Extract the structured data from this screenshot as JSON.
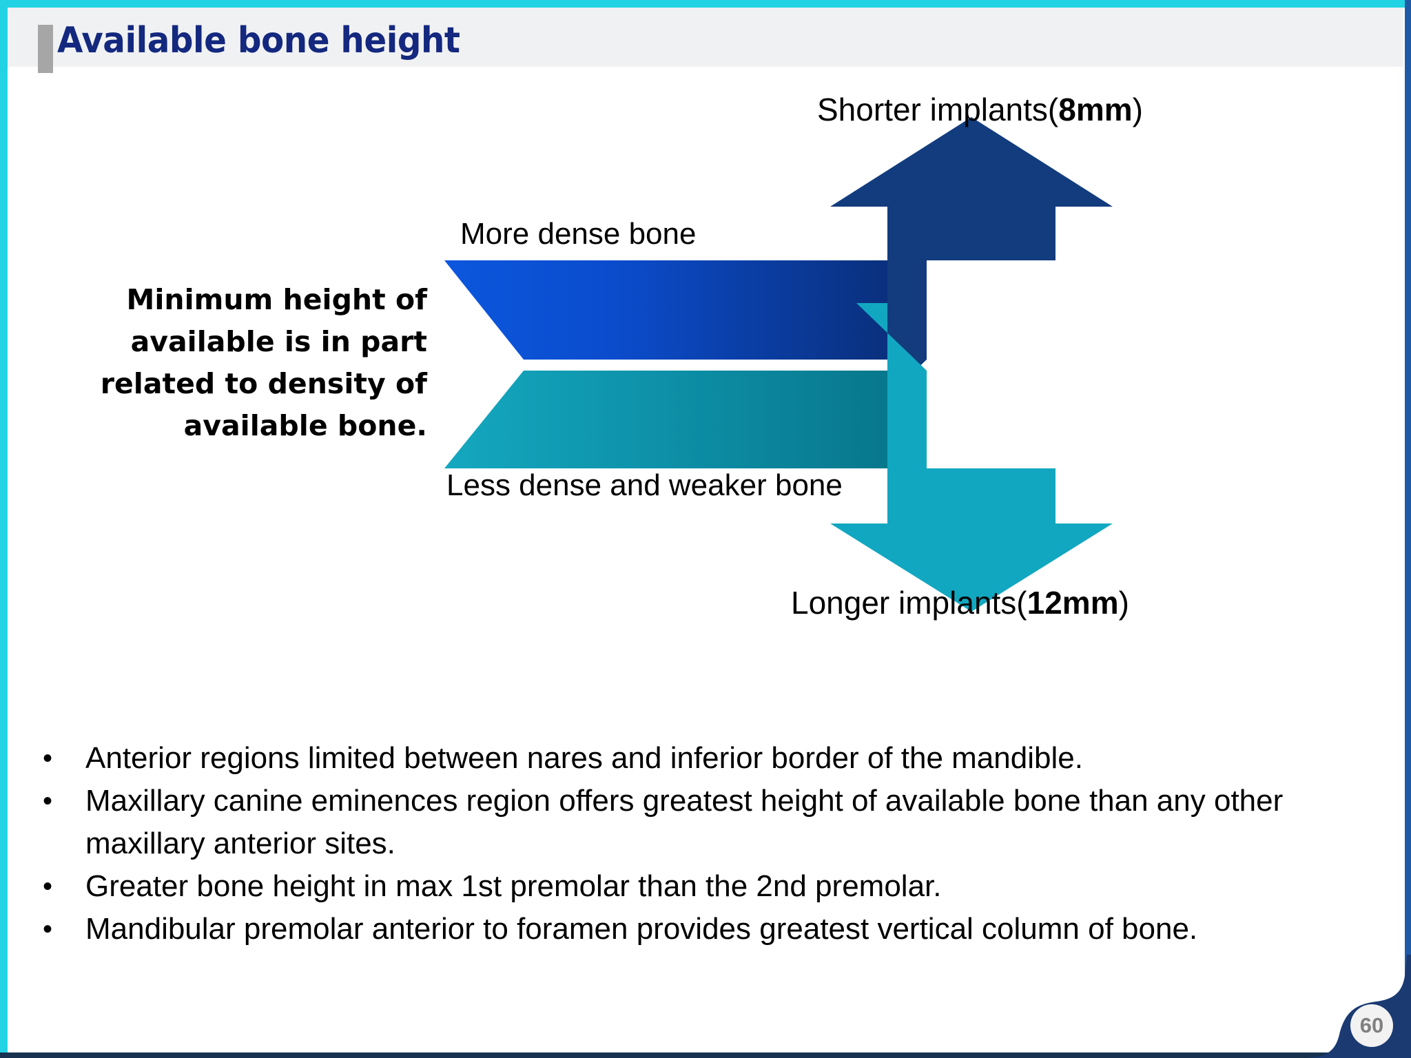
{
  "slide": {
    "title": "Available bone height",
    "page_number": "60",
    "colors": {
      "accent_cyan": "#23d3e4",
      "title_navy": "#13287e",
      "title_band_bg": "#f0f1f3",
      "title_accent_gray": "#a6a6a6",
      "arrow_blue_light": "#0b4fd0",
      "arrow_blue_dark": "#0b2f78",
      "arrow_navy_head": "#123c7d",
      "arrow_teal_light": "#12a7c0",
      "arrow_teal_dark": "#0b7c92",
      "corner_navy": "#1b3a72",
      "page_number_text": "#808080"
    }
  },
  "diagram": {
    "left_caption": "Minimum height of available is in part related to density of available bone.",
    "top_label_prefix": "Shorter implants(",
    "top_label_value": "8mm",
    "top_label_suffix": ")",
    "bottom_label_prefix": "Longer implants(",
    "bottom_label_value": "12mm",
    "bottom_label_suffix": ")",
    "upper_band_label": "More dense bone",
    "lower_band_label": "Less dense and weaker bone"
  },
  "bullets": [
    {
      "marker": "•",
      "text": "Anterior regions limited between nares and inferior border of the mandible."
    },
    {
      "marker": "•",
      "text": "Maxillary canine eminences region offers greatest height of available bone than any other maxillary anterior sites."
    },
    {
      "marker": "•",
      "text": "Greater bone height in max 1st premolar than the 2nd premolar."
    },
    {
      "marker": "•",
      "text": "Mandibular premolar anterior to foramen provides greatest vertical column of bone."
    }
  ]
}
